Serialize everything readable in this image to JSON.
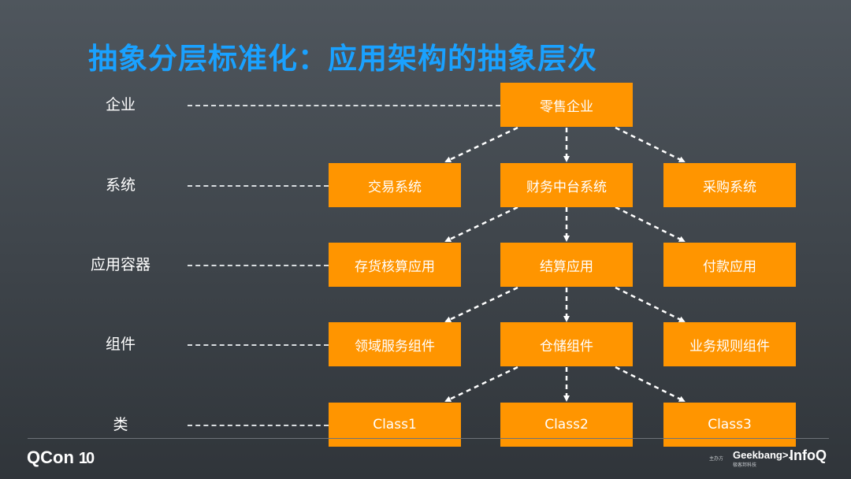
{
  "title": "抽象分层标准化：应用架构的抽象层次",
  "levels": [
    {
      "label": "企业"
    },
    {
      "label": "系统"
    },
    {
      "label": "应用容器"
    },
    {
      "label": "组件"
    },
    {
      "label": "类"
    }
  ],
  "nodes": {
    "enterprise": {
      "label": "零售企业"
    },
    "systems": [
      {
        "label": "交易系统"
      },
      {
        "label": "财务中台系统"
      },
      {
        "label": "采购系统"
      }
    ],
    "containers": [
      {
        "label": "存货核算应用"
      },
      {
        "label": "结算应用"
      },
      {
        "label": "付款应用"
      }
    ],
    "components": [
      {
        "label": "领域服务组件"
      },
      {
        "label": "仓储组件"
      },
      {
        "label": "业务规则组件"
      }
    ],
    "classes": [
      {
        "label": "Class1"
      },
      {
        "label": "Class2"
      },
      {
        "label": "Class3"
      }
    ]
  },
  "colors": {
    "title": "#1aa1ff",
    "node_fill": "#ff9500",
    "node_text": "#ffffff",
    "connector": "#ffffff",
    "background": "#454b51"
  },
  "footer": {
    "left_logo": "QCon",
    "left_logo_badge": "10",
    "sponsor_tag": "主办方",
    "geekbang_logo": "Geekbang>.",
    "geekbang_sub": "极客邦科技",
    "infoq_logo": "InfoQ"
  }
}
